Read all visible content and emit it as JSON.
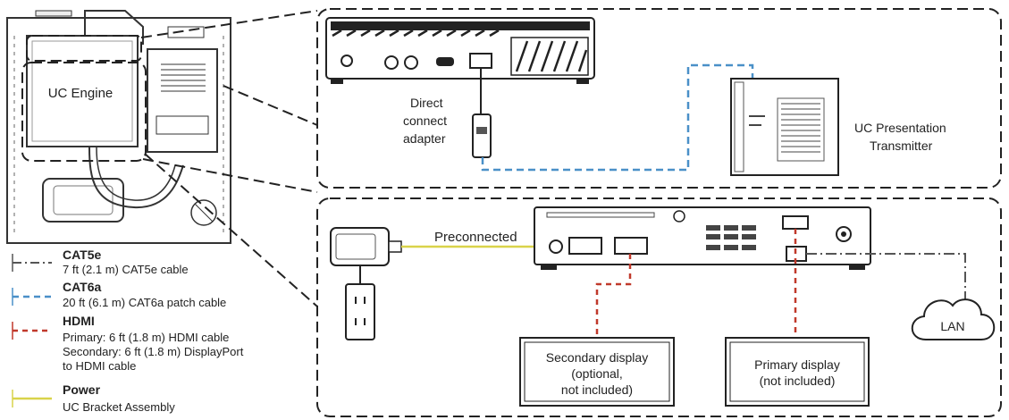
{
  "labels": {
    "uc_engine": "UC Engine",
    "direct_connect_line1": "Direct",
    "direct_connect_line2": "connect",
    "direct_connect_line3": "adapter",
    "presentation_tx_line1": "UC Presentation",
    "presentation_tx_line2": "Transmitter",
    "preconnected": "Preconnected",
    "secondary_display_line1": "Secondary display",
    "secondary_display_line2": "(optional,",
    "secondary_display_line3": "not included)",
    "primary_display_line1": "Primary display",
    "primary_display_line2": "(not included)",
    "lan": "LAN"
  },
  "legend": [
    {
      "key": "cat5e",
      "title": "CAT5e",
      "lines": [
        "7 ft (2.1 m) CAT5e cable"
      ],
      "color": "#555555",
      "style": "dash-dot"
    },
    {
      "key": "cat6a",
      "title": "CAT6a",
      "lines": [
        "20 ft (6.1 m) CAT6a patch cable"
      ],
      "color": "#4a90c8",
      "style": "dash"
    },
    {
      "key": "hdmi",
      "title": "HDMI",
      "lines": [
        "Primary: 6 ft (1.8 m) HDMI cable",
        "Secondary: 6 ft (1.8 m) DisplayPort",
        "to HDMI cable"
      ],
      "color": "#c0392b",
      "style": "dash"
    },
    {
      "key": "power",
      "title": "Power",
      "lines": [
        "UC Bracket Assembly"
      ],
      "color": "#d9d34a",
      "style": "solid"
    }
  ],
  "colors": {
    "cat5e": "#555555",
    "cat6a": "#4a90c8",
    "hdmi": "#c0392b",
    "power": "#d9d34a",
    "outline": "#222222"
  }
}
